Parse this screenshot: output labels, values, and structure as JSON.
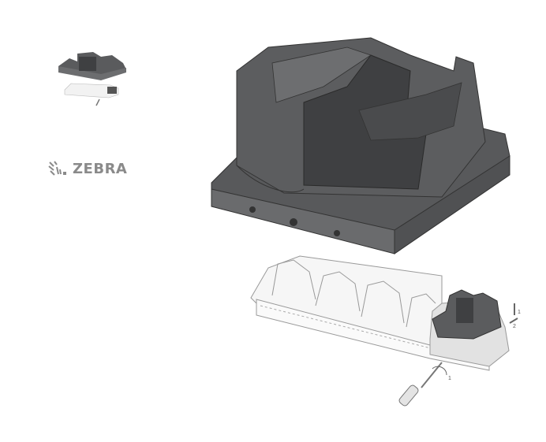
{
  "brand": {
    "name": "ZEBRA",
    "logo_icon": "zebra-head-icon"
  },
  "diagram": {
    "step_labels": [
      "1",
      "2",
      "1"
    ]
  },
  "colors": {
    "cradle_dark": "#5f6062",
    "cradle_top": "#4e4f51",
    "strip_light": "#f4f4f4",
    "logo_gray": "#8a8a8a"
  }
}
